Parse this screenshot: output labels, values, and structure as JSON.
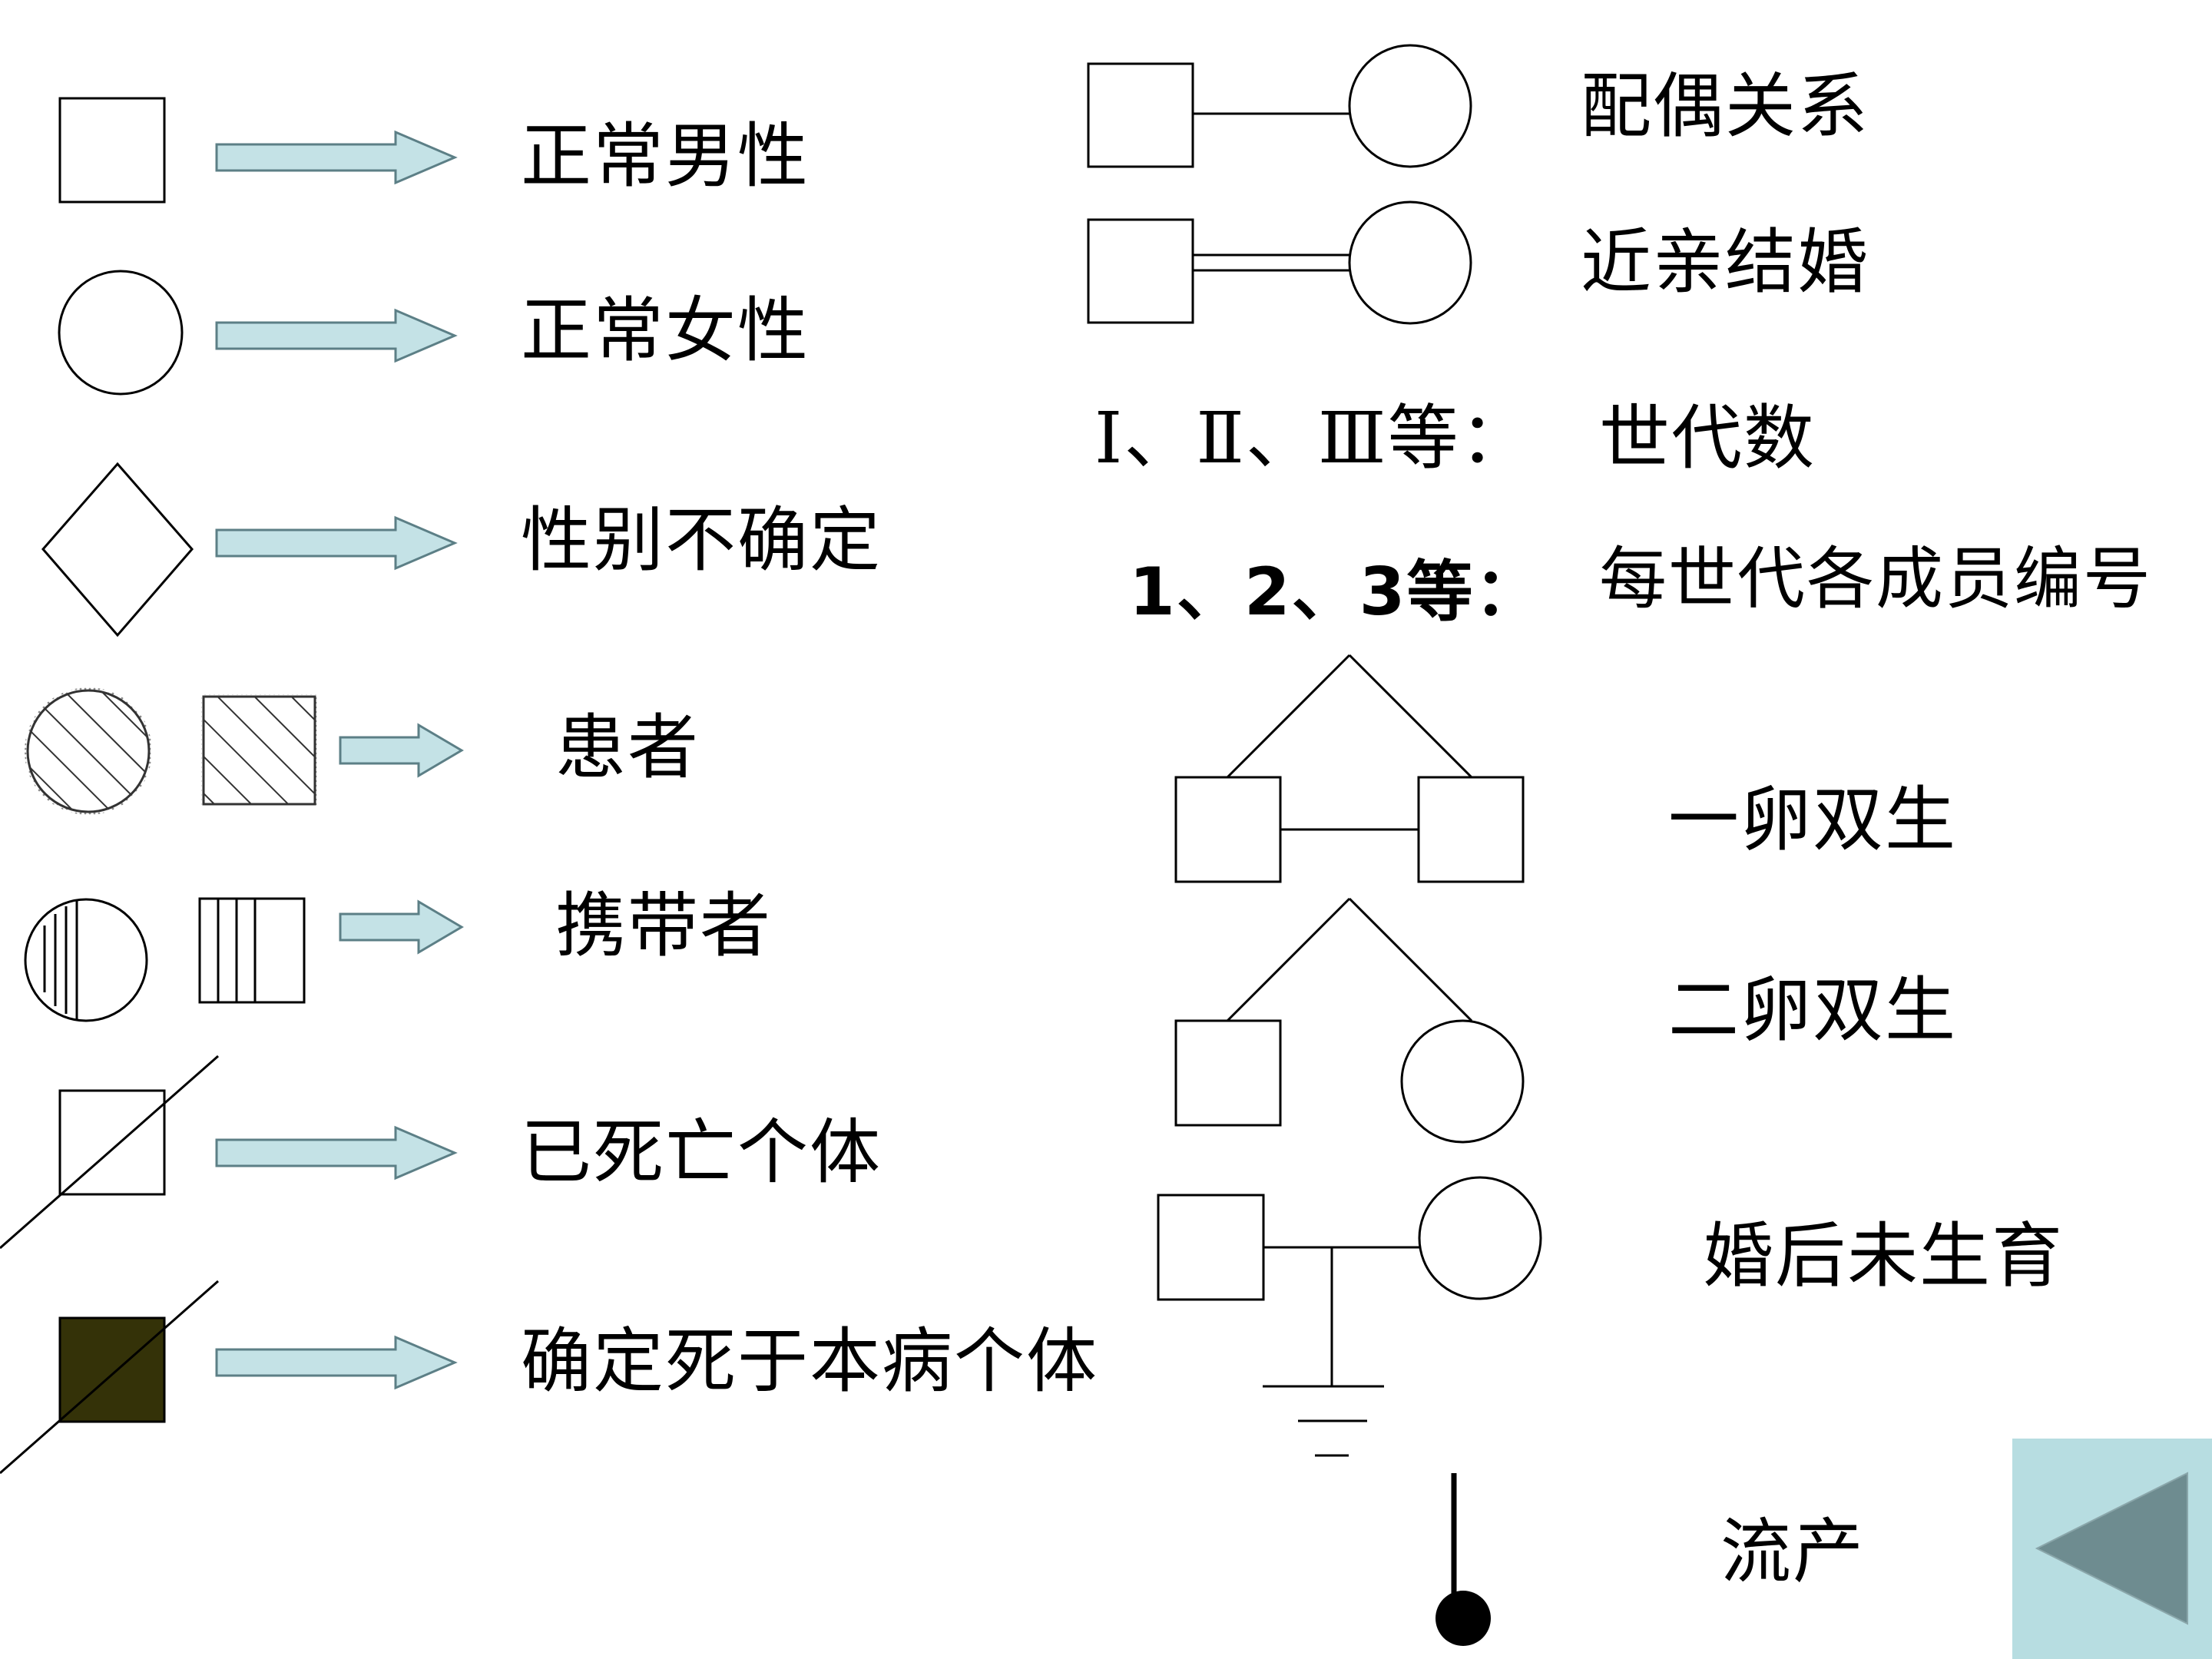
{
  "colors": {
    "arrow_fill": "#c4e2e6",
    "arrow_stroke": "#5c7f86",
    "deceased_fill": "#343208",
    "back_button_bg": "#b7dde1",
    "back_button_triangle": "#6e8c90"
  },
  "legend_left": [
    {
      "symbol": "square",
      "label": "正常男性"
    },
    {
      "symbol": "circle",
      "label": "正常女性"
    },
    {
      "symbol": "diamond",
      "label": "性别不确定"
    },
    {
      "symbol": "hatched-circle-and-square",
      "label": "患者"
    },
    {
      "symbol": "striped-circle-and-square",
      "label": "携带者"
    },
    {
      "symbol": "slashed-square",
      "label": "已死亡个体"
    },
    {
      "symbol": "slashed-filled-square",
      "label": "确定死于本病个体"
    }
  ],
  "legend_right": {
    "spouse": "配偶关系",
    "consanguineous": "近亲结婚",
    "generations_prefix": "Ⅰ、Ⅱ、Ⅲ等：",
    "generations_desc": "世代数",
    "members_prefix": "1、2、3等：",
    "members_desc": "每世代各成员编号",
    "identical_twins": "一卵双生",
    "fraternal_twins": "二卵双生",
    "childless": "婚后未生育",
    "miscarriage": "流产"
  },
  "nav": {
    "back_icon": "back-triangle-icon"
  }
}
